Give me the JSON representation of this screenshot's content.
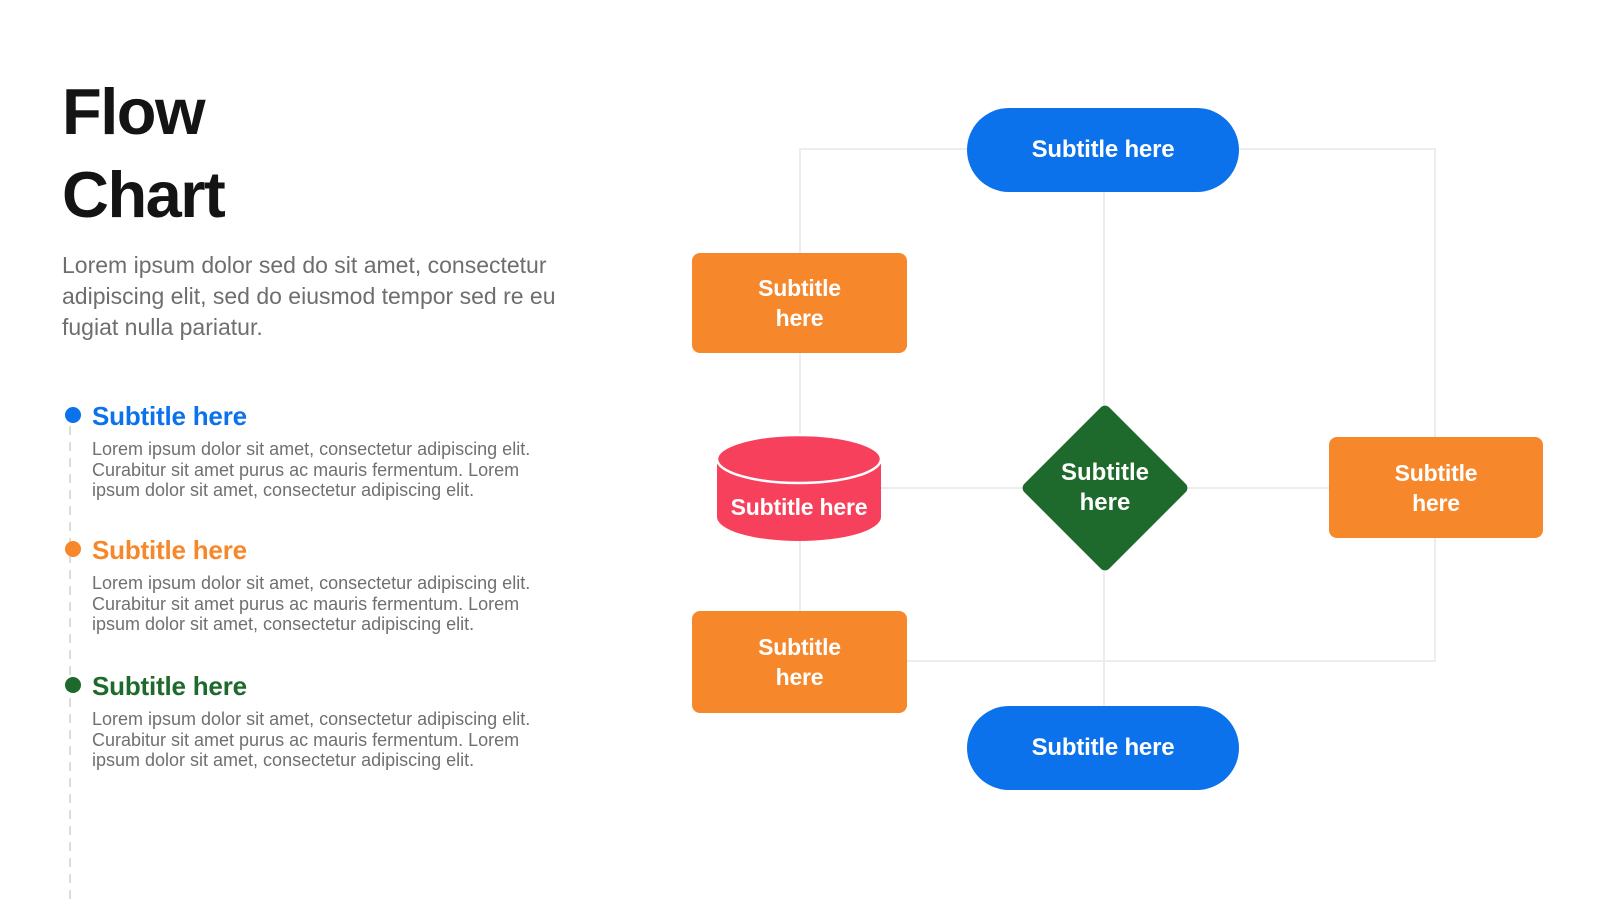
{
  "slide": {
    "title": "Flow\nChart",
    "intro": "Lorem ipsum dolor sed do sit amet, consectetur adipiscing elit, sed do eiusmod tempor sed re eu fugiat nulla pariatur."
  },
  "colors": {
    "blue": "#0C72EC",
    "orange": "#F6872B",
    "pink": "#F7415C",
    "green": "#1E6A2C",
    "connector_line": "#EDEDED",
    "dashed_rail": "#DCDCDC",
    "title_text": "#141414",
    "body_text": "#707070"
  },
  "sections": [
    {
      "heading": "Subtitle here",
      "accent": "#0C72EC",
      "body": "Lorem ipsum dolor sit amet, consectetur adipiscing elit. Curabitur sit amet purus ac mauris fermentum. Lorem ipsum dolor sit amet, consectetur adipiscing elit."
    },
    {
      "heading": "Subtitle here",
      "accent": "#F6872B",
      "body": "Lorem ipsum dolor sit amet, consectetur adipiscing elit. Curabitur sit amet purus ac mauris fermentum. Lorem ipsum dolor sit amet, consectetur adipiscing elit."
    },
    {
      "heading": "Subtitle here",
      "accent": "#1E6A2C",
      "body": "Lorem ipsum dolor sit amet, consectetur adipiscing elit. Curabitur sit amet purus ac mauris fermentum. Lorem ipsum dolor sit amet, consectetur adipiscing elit."
    }
  ],
  "flowchart": {
    "nodes": [
      {
        "id": "top-pill",
        "shape": "rounded-pill",
        "color": "#0C72EC",
        "label": "Subtitle here"
      },
      {
        "id": "left-top-rect",
        "shape": "rectangle",
        "color": "#F6872B",
        "label": "Subtitle here"
      },
      {
        "id": "left-cylinder",
        "shape": "cylinder",
        "color": "#F7415C",
        "label": "Subtitle here"
      },
      {
        "id": "center-diamond",
        "shape": "diamond",
        "color": "#1E6A2C",
        "label": "Subtitle here"
      },
      {
        "id": "right-rect",
        "shape": "rectangle",
        "color": "#F6872B",
        "label": "Subtitle here"
      },
      {
        "id": "left-bottom-rect",
        "shape": "rectangle",
        "color": "#F6872B",
        "label": "Subtitle here"
      },
      {
        "id": "bottom-pill",
        "shape": "rounded-pill",
        "color": "#0C72EC",
        "label": "Subtitle here"
      }
    ]
  }
}
